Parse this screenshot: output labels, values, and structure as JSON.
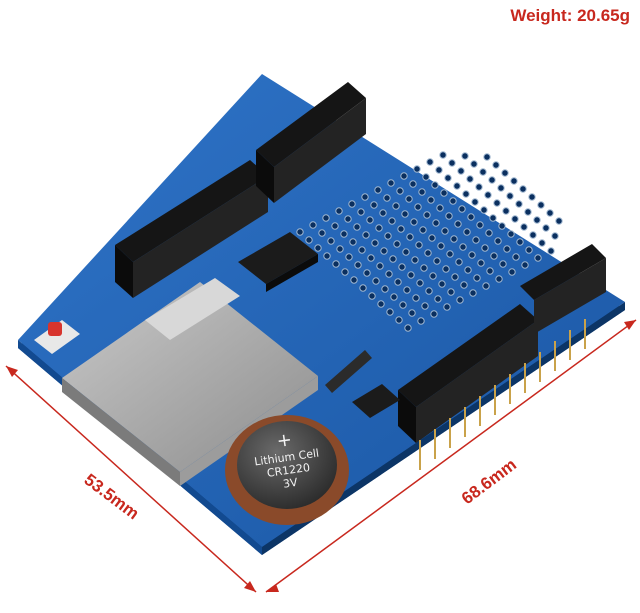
{
  "weight_label": "Weight: 20.65g",
  "dimension_width": "53.5mm",
  "dimension_length": "68.6mm",
  "battery": {
    "symbol": "+",
    "line1": "Lithium Cell",
    "line2": "CR1220",
    "line3": "3V"
  },
  "colors": {
    "pcb": "#1f5fb0",
    "header": "#1a1a1a",
    "dimension": "#c8281e"
  }
}
